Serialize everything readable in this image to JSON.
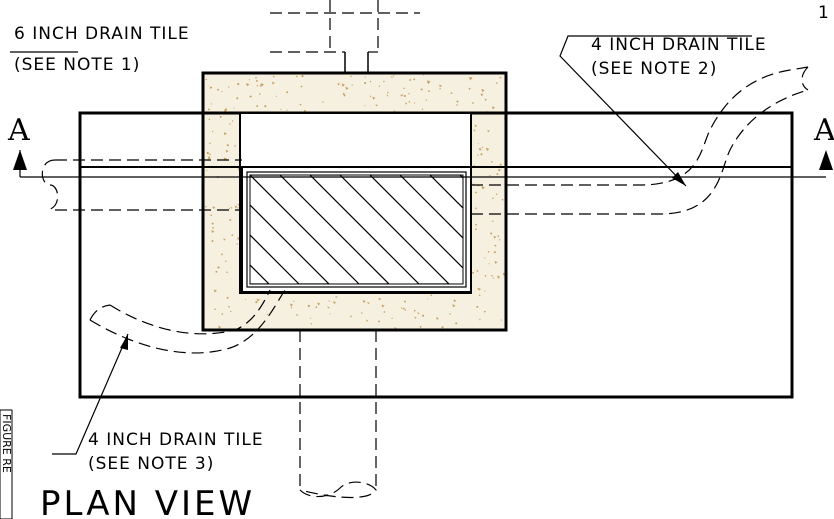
{
  "labels": {
    "six_inch_tile": "6 INCH DRAIN TILE",
    "note_1": "(SEE NOTE 1)",
    "four_inch_tile_right": "4 INCH DRAIN TILE",
    "note_2": "(SEE NOTE 2)",
    "four_inch_tile_bottom": "4 INCH DRAIN TILE",
    "note_3": "(SEE NOTE 3)",
    "section_left": "A",
    "section_right": "A",
    "view_title": "PLAN   VIEW",
    "corner_number": "1",
    "side_caption": "FIGURE RE"
  },
  "colors": {
    "line": "#000000",
    "concrete_fill": "#f6f0e1",
    "aggregate": "#c8a060"
  }
}
